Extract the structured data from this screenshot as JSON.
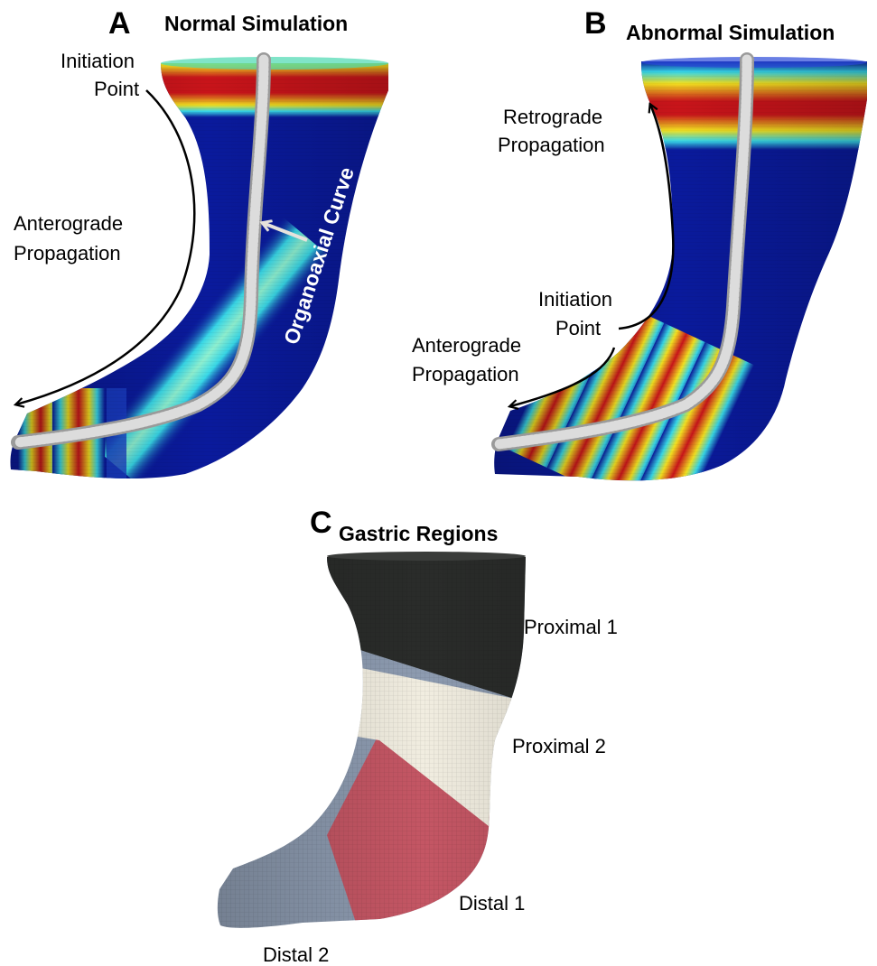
{
  "panels": {
    "a": {
      "letter": "A",
      "title": "Normal Simulation",
      "labels": {
        "initiation_line1": "Initiation",
        "initiation_line2": "Point",
        "antero_line1": "Anterograde",
        "antero_line2": "Propagation",
        "curve": "Organoaxial Curve"
      }
    },
    "b": {
      "letter": "B",
      "title": "Abnormal Simulation",
      "labels": {
        "retro_line1": "Retrograde",
        "retro_line2": "Propagation",
        "initiation_line1": "Initiation",
        "initiation_line2": "Point",
        "antero_line1": "Anterograde",
        "antero_line2": "Propagation"
      }
    },
    "c": {
      "letter": "C",
      "title": "Gastric Regions",
      "regions": [
        {
          "label": "Proximal 1",
          "color": "#2a2c2a"
        },
        {
          "label": "Proximal 2",
          "color": "#f1ede0"
        },
        {
          "label": "Distal 1",
          "color": "#c45664"
        },
        {
          "label": "Distal 2",
          "color": "#8d9bb0"
        }
      ]
    }
  },
  "colors": {
    "tissue_base": "#0a1a9c",
    "wave_red": "#c8141a",
    "wave_yellow": "#f2e020",
    "wave_cyan": "#38d8e8",
    "curve": "#d8d8d8",
    "arrow": "#000000"
  }
}
